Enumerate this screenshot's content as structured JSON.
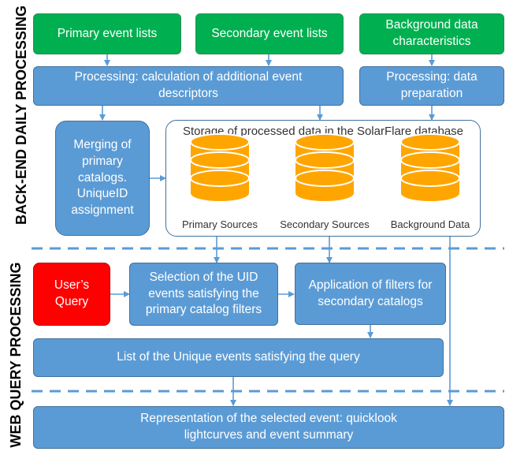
{
  "side_labels": {
    "back_end": "BACK-END DAILY PROCESSING",
    "web_query": "WEB QUERY PROCESSING"
  },
  "boxes": {
    "primary_event_lists": "Primary event lists",
    "secondary_event_lists": "Secondary event lists",
    "background_data_characteristics": "Background data characteristics",
    "processing_descriptors": "Processing: calculation of additional event descriptors",
    "processing_data_preparation": "Processing: data preparation",
    "merging_catalogs": "Merging of primary catalogs. UniqueID assignment",
    "users_query": "User’s Query",
    "selection_uid": "Selection of the UID events satisfying the primary catalog filters",
    "application_filters": "Application of filters for secondary catalogs",
    "list_unique_events": "List of the Unique events satisfying the query",
    "representation": "Representation of the selected event: quicklook lightcurves and event summary"
  },
  "storage": {
    "title": "Storage of processed data in the SolarFlare database",
    "databases": [
      "Primary Sources",
      "Secondary Sources",
      "Background Data"
    ]
  },
  "colors": {
    "green": "#00b050",
    "blue": "#5b9bd5",
    "red": "#ff0000",
    "database_orange": "#ffa500",
    "arrow_blue": "#5b9bd5"
  }
}
